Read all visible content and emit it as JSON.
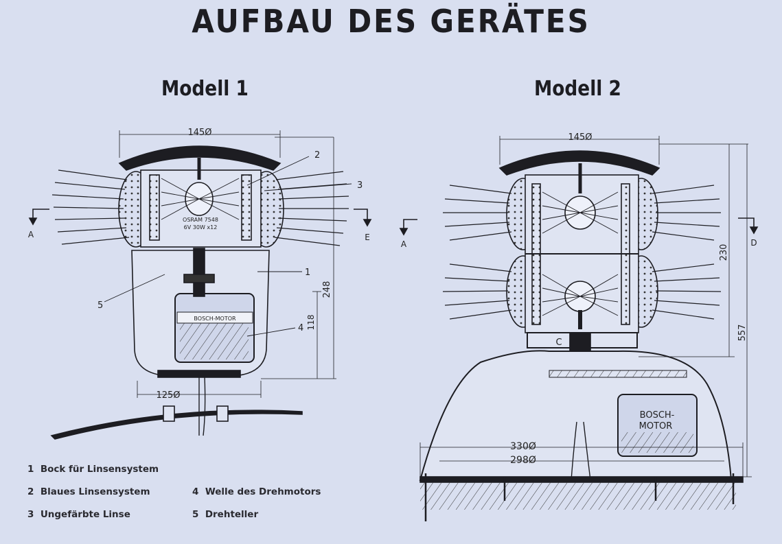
{
  "title": "AUFBAU DES GERÄTES",
  "models": [
    {
      "title": "Modell 1",
      "dimensions": {
        "top_width": "145Ø",
        "base_width": "125Ø",
        "height_total": "248",
        "height_motor": "118"
      },
      "section_left": "A",
      "section_right": "E",
      "lamp_label_1": "OSRAM 7548",
      "lamp_label_2": "6V 30W x12",
      "motor_label": "BOSCH-MOTOR",
      "callouts": [
        "1",
        "2",
        "3",
        "4",
        "5"
      ]
    },
    {
      "title": "Modell 2",
      "dimensions": {
        "top_width": "145Ø",
        "height_upper": "230",
        "height_total": "557",
        "base_outer": "330Ø",
        "base_inner": "298Ø"
      },
      "section_left": "A",
      "section_right": "D",
      "motor_label_1": "BOSCH-",
      "motor_label_2": "MOTOR",
      "label_c": "C"
    }
  ],
  "legend": [
    {
      "number": "1",
      "text": "Bock für Linsensystem"
    },
    {
      "number": "2",
      "text": "Blaues Linsensystem"
    },
    {
      "number": "3",
      "text": "Ungefärbte Linse"
    },
    {
      "number": "4",
      "text": "Welle des Drehmotors"
    },
    {
      "number": "5",
      "text": "Drehteller"
    }
  ]
}
